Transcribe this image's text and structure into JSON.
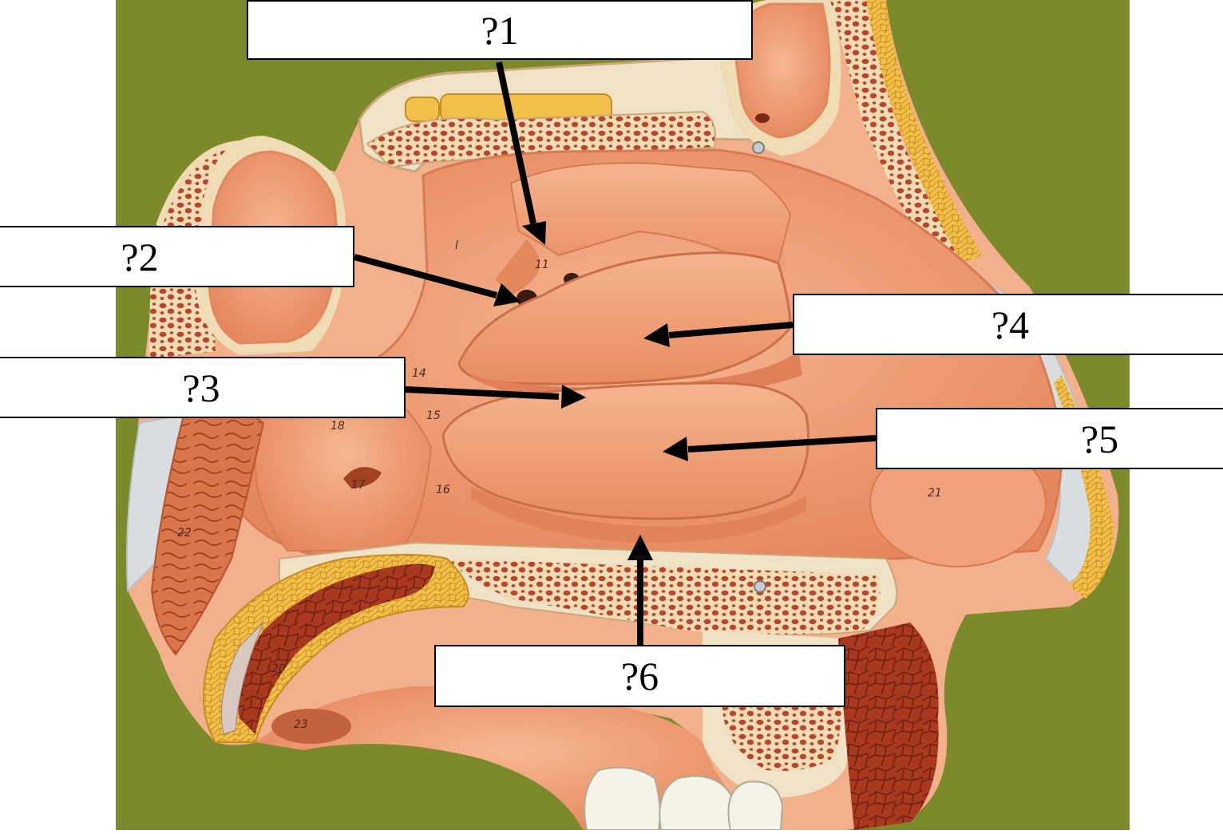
{
  "figure": {
    "background_color": "#7c8a2c",
    "tissue_color": "#f0a078",
    "bone_color": "#f0dcb4",
    "marrow_color": "#b8452c",
    "cartilage_color": "#d8dde0",
    "fat_color": "#f2c04a",
    "model_numbers": [
      "11",
      "14",
      "15",
      "16",
      "17",
      "18",
      "20",
      "21",
      "22",
      "23",
      "l"
    ]
  },
  "labels": [
    {
      "id": "1",
      "text": "?1"
    },
    {
      "id": "2",
      "text": "?2"
    },
    {
      "id": "3",
      "text": "?3"
    },
    {
      "id": "4",
      "text": "?4"
    },
    {
      "id": "5",
      "text": "?5"
    },
    {
      "id": "6",
      "text": "?6"
    }
  ]
}
